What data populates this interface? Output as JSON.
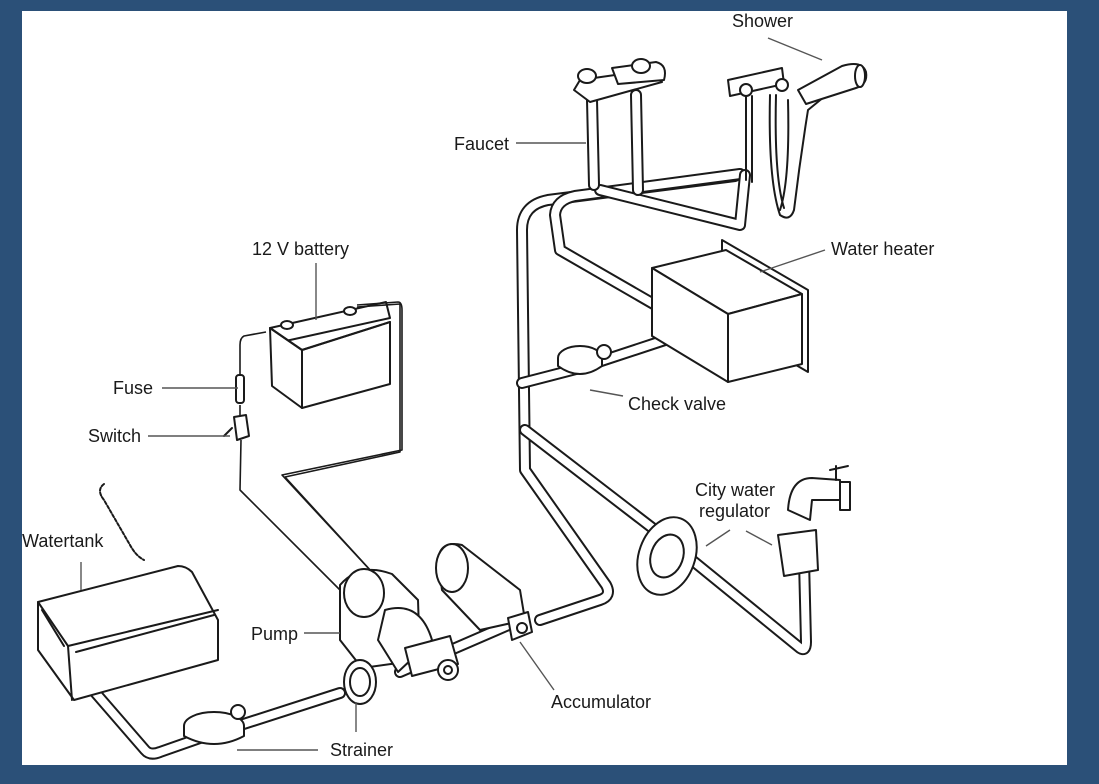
{
  "diagram": {
    "title": "RV fresh water plumbing system",
    "frame_color": "#2b5078",
    "background_color": "#ffffff",
    "labels": {
      "shower": "Shower",
      "faucet": "Faucet",
      "battery": "12 V battery",
      "water_heater": "Water heater",
      "fuse": "Fuse",
      "switch": "Switch",
      "check_valve": "Check valve",
      "city_water_line1": "City water",
      "city_water_line2": "regulator",
      "watertank": "Watertank",
      "pump": "Pump",
      "accumulator": "Accumulator",
      "strainer": "Strainer"
    },
    "components": [
      "Shower",
      "Faucet",
      "12 V battery",
      "Water heater",
      "Fuse",
      "Switch",
      "Check valve",
      "City water regulator",
      "Watertank",
      "Pump",
      "Accumulator",
      "Strainer"
    ]
  }
}
